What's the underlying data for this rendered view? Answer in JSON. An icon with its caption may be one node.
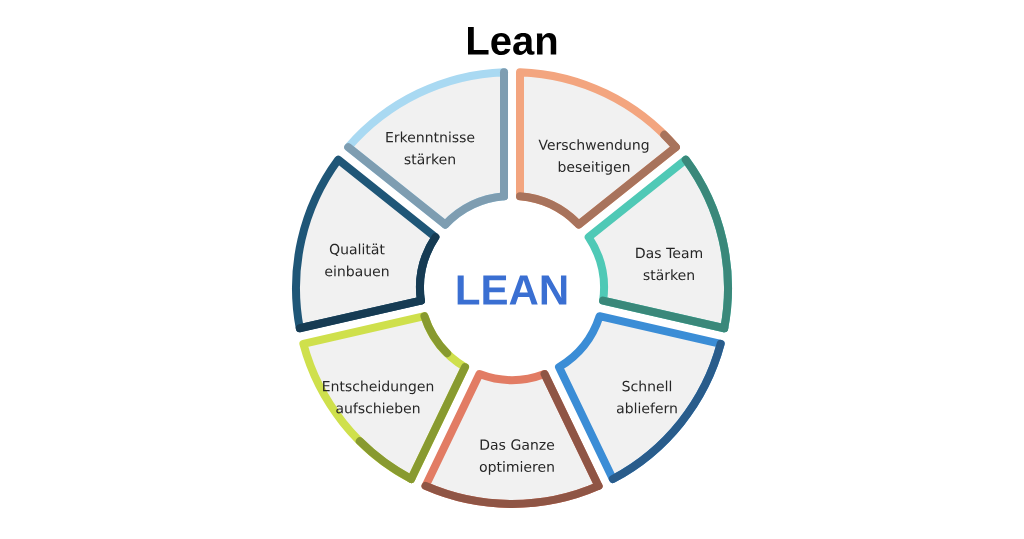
{
  "diagram": {
    "title": "Lean",
    "nodes": [
      {
        "text": [
          "LEAN"
        ]
      },
      {
        "text": [
          "Erkenntnisse stärken"
        ]
      },
      {
        "text": [
          "Verschwendung beseitigen"
        ]
      },
      {
        "text": [
          "Das Team stärken"
        ]
      },
      {
        "text": [
          "Schnell abliefern"
        ]
      },
      {
        "text": [
          "Das Ganze optimieren"
        ]
      },
      {
        "text": [
          "Entscheidungen aufschieben"
        ]
      },
      {
        "text": [
          "Qualität einbauen"
        ]
      }
    ]
  }
}
